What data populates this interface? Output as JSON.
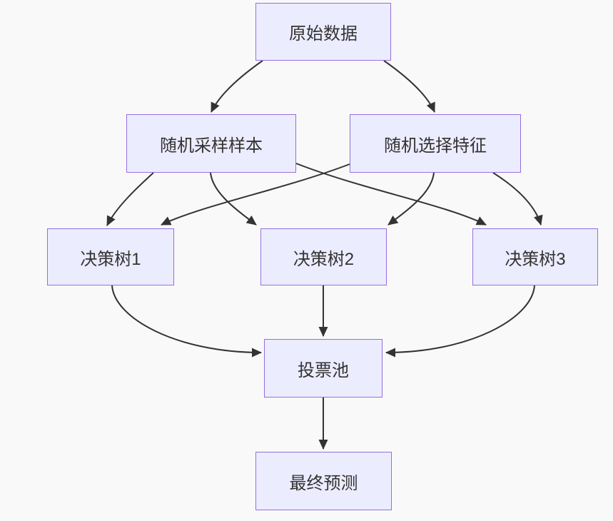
{
  "diagram": {
    "type": "flowchart",
    "direction": "top-down",
    "colors": {
      "background": "#F9F9F9",
      "node_fill": "#ECECFF",
      "node_border": "#9370DB",
      "edge": "#333333",
      "text": "#333333"
    },
    "nodes": [
      {
        "id": "A",
        "label": "原始数据"
      },
      {
        "id": "B",
        "label": "随机采样样本"
      },
      {
        "id": "C",
        "label": "随机选择特征"
      },
      {
        "id": "D",
        "label": "决策树1"
      },
      {
        "id": "E",
        "label": "决策树2"
      },
      {
        "id": "F",
        "label": "决策树3"
      },
      {
        "id": "G",
        "label": "投票池"
      },
      {
        "id": "H",
        "label": "最终预测"
      }
    ],
    "edges": [
      {
        "from": "原始数据",
        "to": "随机采样样本"
      },
      {
        "from": "原始数据",
        "to": "随机选择特征"
      },
      {
        "from": "随机采样样本",
        "to": "决策树1"
      },
      {
        "from": "随机采样样本",
        "to": "决策树2"
      },
      {
        "from": "随机采样样本",
        "to": "决策树3"
      },
      {
        "from": "随机选择特征",
        "to": "决策树1"
      },
      {
        "from": "随机选择特征",
        "to": "决策树2"
      },
      {
        "from": "随机选择特征",
        "to": "决策树3"
      },
      {
        "from": "决策树1",
        "to": "投票池"
      },
      {
        "from": "决策树2",
        "to": "投票池"
      },
      {
        "from": "决策树3",
        "to": "投票池"
      },
      {
        "from": "投票池",
        "to": "最终预测"
      }
    ]
  }
}
